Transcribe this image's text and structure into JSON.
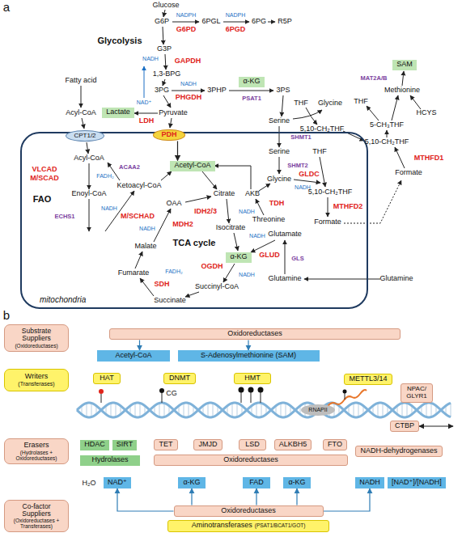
{
  "diagram": {
    "nodes": [
      {
        "text": [
          "SAM"
        ]
      },
      {
        "text": [
          "α-KG"
        ]
      },
      {
        "text": [
          "Lactate"
        ]
      },
      {
        "text": [
          "mitochondria"
        ]
      },
      {
        "text": [
          "CPT1/2"
        ]
      },
      {
        "text": [
          "PDH"
        ]
      },
      {
        "text": [
          "Acetyl-CoA"
        ],
        "in": 3
      },
      {
        "text": [
          "α-KG"
        ],
        "in": 3
      },
      {
        "text": [
          "Substrate Suppliers",
          "(Oxidoreductases)"
        ]
      },
      {
        "text": [
          "Oxidoreductases"
        ]
      },
      {
        "text": [
          "Acetyl-CoA"
        ]
      },
      {
        "text": [
          "S-Adenosylmethionine (SAM)"
        ]
      },
      {
        "text": [
          "Writers",
          "(Transferases)"
        ]
      },
      {
        "text": [
          "HAT"
        ]
      },
      {
        "text": [
          "DNMT"
        ]
      },
      {
        "text": [
          "HMT"
        ]
      },
      {
        "text": [
          "METTL3/14"
        ]
      },
      {
        "text": [
          "NPAC/ GLYR1"
        ]
      },
      {
        "text": [
          "RNAPII"
        ]
      },
      {
        "text": [
          "CTBP"
        ]
      },
      {
        "text": [
          "Erasers",
          "(Hydrolases + Oxidoreductases)"
        ]
      },
      {
        "text": [
          "HDAC"
        ]
      },
      {
        "text": [
          "SIRT"
        ]
      },
      {
        "text": [
          "TET"
        ]
      },
      {
        "text": [
          "JMJD"
        ]
      },
      {
        "text": [
          "LSD"
        ]
      },
      {
        "text": [
          "ALKBH5"
        ]
      },
      {
        "text": [
          "FTO"
        ]
      },
      {
        "text": [
          "NADH-dehydrogenases"
        ]
      },
      {
        "text": [
          "Hydrolases"
        ]
      },
      {
        "text": [
          "Oxidoreductases"
        ]
      },
      {
        "text": [
          "Co-factor Suppliers",
          "(Oxidoreductases + Transferases)"
        ]
      },
      {
        "text": [
          "NAD⁺"
        ]
      },
      {
        "text": [
          "α-KG"
        ]
      },
      {
        "text": [
          "FAD"
        ]
      },
      {
        "text": [
          "α-KG"
        ]
      },
      {
        "text": [
          "NADH"
        ]
      },
      {
        "text": [
          "[NAD⁺]/[NADH]"
        ]
      },
      {
        "text": [
          "Oxidoreductases"
        ]
      },
      {
        "text": [
          "Aminotransferases",
          "(PSAT1/BCAT1/GOT)"
        ]
      }
    ],
    "edges": [
      {
        "from": 5,
        "to": 6,
        "arrow": "to"
      },
      {
        "from": 9,
        "to": 10,
        "arrow": "to"
      },
      {
        "from": 9,
        "to": 11,
        "arrow": "to"
      },
      {
        "from": 38,
        "to": 32,
        "arrow": "to"
      },
      {
        "from": 38,
        "to": 33,
        "arrow": "to"
      },
      {
        "from": 38,
        "to": 34,
        "arrow": "to"
      },
      {
        "from": 38,
        "to": 35,
        "arrow": "to"
      },
      {
        "from": 38,
        "to": 36,
        "arrow": "to"
      }
    ],
    "labels": [
      "a",
      "Glucose",
      "G6P",
      "NADPH",
      "6PGL",
      "NADPH",
      "6PG",
      "R5P",
      "G6PD",
      "6PGD",
      "Glycolysis",
      "G3P",
      "NADH",
      "GAPDH",
      "1,3-BPG",
      "MAT2A/B",
      "Fatty acid",
      "NADH",
      "3PG",
      "3PHP",
      "3PS",
      "Methionine",
      "PHGDH",
      "PSAT1",
      "THF",
      "Glycine",
      "THF",
      "NAD⁺",
      "Acyl-CoA",
      "Pyruvate",
      "HCYS",
      "Serine",
      "LDH",
      "5-CH₃THF",
      "5,10-CH₂THF",
      "SHMT1",
      "5,10-CH₂THF",
      "Acyl-CoA",
      "Serine",
      "THF",
      "MTHFD1",
      "SHMT2",
      "ACAA2",
      "VLCAD",
      "Formate",
      "GLDC",
      "FADH₂",
      "M/SCAD",
      "Glycine",
      "NADH",
      "Ketoacyl-CoA",
      "Enoyl-CoA",
      "Citrate",
      "AKB",
      "5,10-CH₂THF",
      "FAO",
      "OAA",
      "TDH",
      "MTHFD2",
      "NADH",
      "IDH2/3",
      "NADH",
      "ECHS1",
      "M/SCHAD",
      "Threonine",
      "Formate",
      "Isocitrate",
      "MDH2",
      "NADH",
      "Glutamate",
      "TCA cycle",
      "NADH",
      "Malate",
      "GLUD",
      "GLS",
      "OGDH",
      "FADH₂",
      "Fumarate",
      "NADH",
      "Glutamine",
      "Glutamine",
      "SDH",
      "Succinyl-CoA",
      "Succinate",
      "b",
      "CG",
      "H₂O"
    ]
  }
}
